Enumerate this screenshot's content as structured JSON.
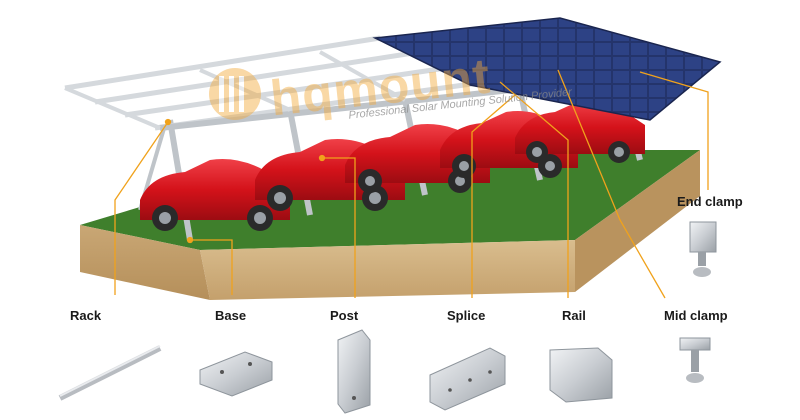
{
  "brand": {
    "name": "hqmount",
    "tagline": "Professional Solar Mounting Solution Provider"
  },
  "components": [
    {
      "id": "rack",
      "label": "Rack"
    },
    {
      "id": "base",
      "label": "Base"
    },
    {
      "id": "post",
      "label": "Post"
    },
    {
      "id": "splice",
      "label": "Splice"
    },
    {
      "id": "rail",
      "label": "Rail"
    },
    {
      "id": "mid-clamp",
      "label": "Mid clamp"
    },
    {
      "id": "end-clamp",
      "label": "End clamp"
    }
  ],
  "colors": {
    "leader": "#f0a21c",
    "car": "#d4121a",
    "grass": "#3f7f2c",
    "soil": "#cfae7c",
    "panel": "#24346b",
    "aluminum": "#c9cdd2"
  }
}
